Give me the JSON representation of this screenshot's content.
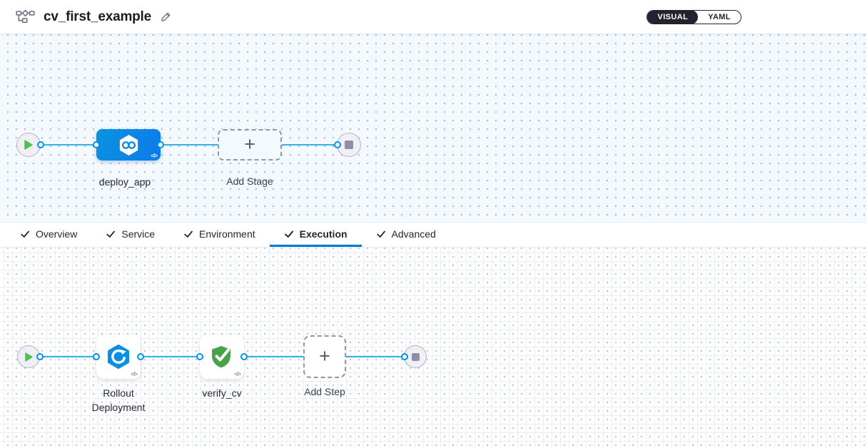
{
  "header": {
    "pipeline_icon": "pipeline-graph-icon",
    "title": "cv_first_example",
    "edit_icon": "edit-pencil-icon",
    "view_toggle": {
      "visual_label": "VISUAL",
      "yaml_label": "YAML",
      "selected": "VISUAL"
    }
  },
  "stage_canvas": {
    "start_node": "start",
    "stage": {
      "label": "deploy_app",
      "icon": "cd-stage-infinity-icon",
      "code_icon": "</>"
    },
    "add_stage": {
      "label": "Add Stage",
      "plus": "+"
    },
    "end_node": "stop"
  },
  "tabs": {
    "items": [
      {
        "label": "Overview",
        "checked": true,
        "active": false
      },
      {
        "label": "Service",
        "checked": true,
        "active": false
      },
      {
        "label": "Environment",
        "checked": true,
        "active": false
      },
      {
        "label": "Execution",
        "checked": true,
        "active": true
      },
      {
        "label": "Advanced",
        "checked": true,
        "active": false
      }
    ]
  },
  "execution_canvas": {
    "start_node": "start",
    "steps": [
      {
        "label": "Rollout Deployment",
        "icon": "rollout-deployment-icon",
        "code_icon": "</>"
      },
      {
        "label": "verify_cv",
        "icon": "verify-shield-icon",
        "code_icon": "</>"
      }
    ],
    "add_step": {
      "label": "Add Step",
      "plus": "+"
    },
    "end_node": "stop"
  },
  "colors": {
    "stage_node_blue": "#0a8fe0",
    "connector_line_blue": "#34b1e9",
    "port_ring_blue": "#0092e4",
    "play_green": "#4ec154",
    "shield_green": "#46a34a",
    "rollout_blue": "#0b90e1",
    "active_tab_underline": "#0278d5",
    "toggle_dark": "#23232f",
    "canvas_tint": "#f3f9fd"
  }
}
